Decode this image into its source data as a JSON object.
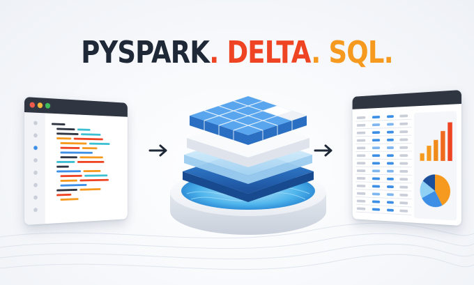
{
  "headline": {
    "word1": "PYSPARK",
    "dot1": ".",
    "word2": "DELTA",
    "dot2": ".",
    "word3": "SQL",
    "dot3": "."
  },
  "colors": {
    "dark_text": "#1f2837",
    "accent_red": "#ef4423",
    "accent_orange": "#f69a1f",
    "accent_blue": "#3d8fe6",
    "window_bar": "#2f3642"
  },
  "icons": {
    "left_window": "code-editor-icon",
    "arrow_1": "arrow-right-icon",
    "center": "delta-lake-layers-icon",
    "arrow_2": "arrow-right-icon",
    "right_window": "dashboard-icon",
    "bar_chart": "bar-chart-icon",
    "pie_chart": "pie-chart-icon"
  },
  "bar_chart": {
    "values": [
      0.2,
      0.4,
      0.55,
      0.78,
      1.0
    ]
  },
  "pie_chart": {
    "slices": [
      0.42,
      0.25,
      0.18,
      0.15
    ]
  }
}
